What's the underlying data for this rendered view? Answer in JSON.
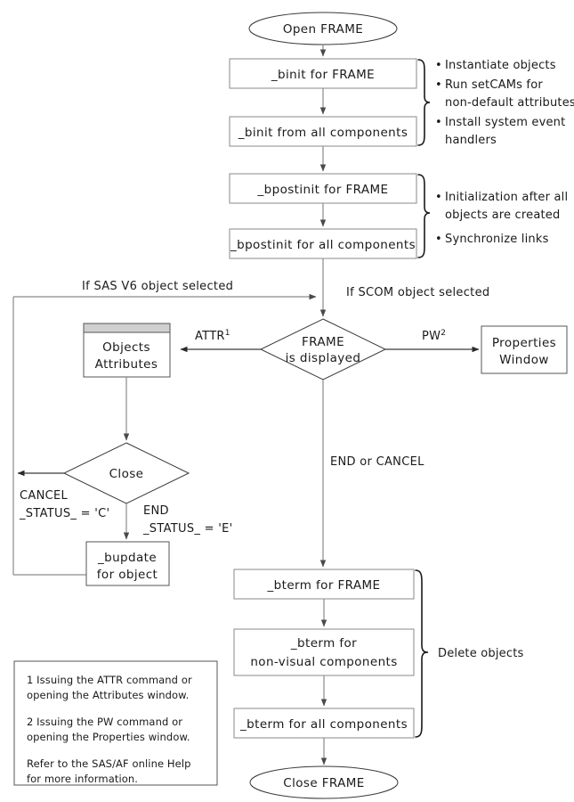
{
  "diagram": {
    "title": "FRAME entry lifecycle flowchart",
    "colors": {
      "line": "#8a8a8a",
      "line_dark": "#3a3a3a",
      "box_fill": "#ffffff",
      "titlebar_fill": "#d0d0d0",
      "text": "#1a1a1a"
    },
    "terminals": {
      "start": "Open FRAME",
      "end": "Close FRAME"
    },
    "nodes": {
      "binit_frame": "_binit for FRAME",
      "binit_components": "_binit from all components",
      "bpostinit_frame": "_bpostinit for FRAME",
      "bpostinit_components": "_bpostinit for all components",
      "objects_window_line1": "Objects",
      "objects_window_line2": "Attributes",
      "properties_window_line1": "Properties",
      "properties_window_line2": "Window",
      "bupdate_line1": "_bupdate",
      "bupdate_line2": "for object",
      "bterm_frame": "_bterm for FRAME",
      "bterm_nonvisual_line1": "_bterm for",
      "bterm_nonvisual_line2": "non-visual components",
      "bterm_all": "_bterm for all components"
    },
    "decisions": {
      "frame_displayed_line1": "FRAME",
      "frame_displayed_line2": "is displayed",
      "close": "Close"
    },
    "edge_labels": {
      "sas_v6": "If SAS V6 object selected",
      "scom": "If SCOM object selected",
      "attr": "ATTR",
      "attr_sup": "1",
      "pw": "PW",
      "pw_sup": "2",
      "end_or_cancel": "END or CANCEL",
      "cancel_line1": "CANCEL",
      "cancel_line2": "_STATUS_ = 'C'",
      "end_line1": "END",
      "end_line2": "_STATUS_ = 'E'"
    },
    "annotations": {
      "init_group": {
        "bullets": [
          [
            "Instantiate objects"
          ],
          [
            "Run setCAMs for",
            "non-default attributes"
          ],
          [
            "Install system event",
            "handlers"
          ]
        ]
      },
      "postinit_group": {
        "bullets": [
          [
            "Initialization after all",
            "objects are created"
          ],
          [
            "Synchronize links"
          ]
        ]
      },
      "term_group": {
        "label": "Delete objects"
      }
    },
    "footnotes": {
      "paragraphs": [
        [
          "1 Issuing the ATTR command or",
          "opening the Attributes window."
        ],
        [
          "2 Issuing the PW command or",
          "opening the Properties window."
        ],
        [
          "Refer to the SAS/AF online Help",
          "for more information."
        ]
      ]
    }
  }
}
